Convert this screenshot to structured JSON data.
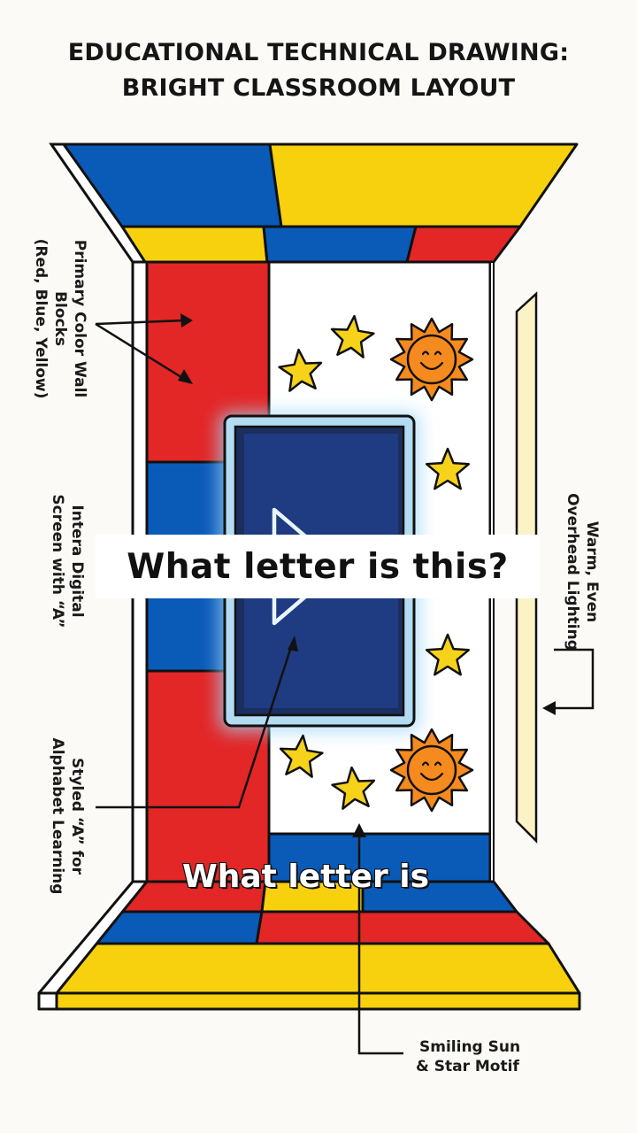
{
  "title": {
    "line1": "EDUCATIONAL TECHNICAL DRAWING:",
    "line2": "BRIGHT CLASSROOM LAYOUT"
  },
  "labels": {
    "wall_blocks": {
      "line1": "Primary Color Wall",
      "line2": "Blocks",
      "line3": "(Red, Blue, Yellow)"
    },
    "screen": {
      "line1": "Intera        Digital",
      "line2": "Screen with “A”"
    },
    "styled_a": {
      "line1": "Styled “A” for",
      "line2": "Alphabet Learning"
    },
    "lighting": {
      "line1": "Warm, Even",
      "line2": "Overhead Lighting"
    },
    "sun_star": {
      "line1": "Smiling Sun",
      "line2": "& Star Motif"
    }
  },
  "captions": {
    "banner": "What letter is this?",
    "partial": "What letter is"
  },
  "colors": {
    "red": "#e32626",
    "blue": "#0a5ab8",
    "yellow": "#f7d10e",
    "screen": "#1f3b82",
    "screen_glow": "#a8d8f5",
    "sun": "#f58a1f",
    "star": "#f6d21a",
    "light_strip": "#fbf2c6"
  },
  "icons": [
    "smiling-sun-icon",
    "star-icon",
    "arrow-icon"
  ]
}
